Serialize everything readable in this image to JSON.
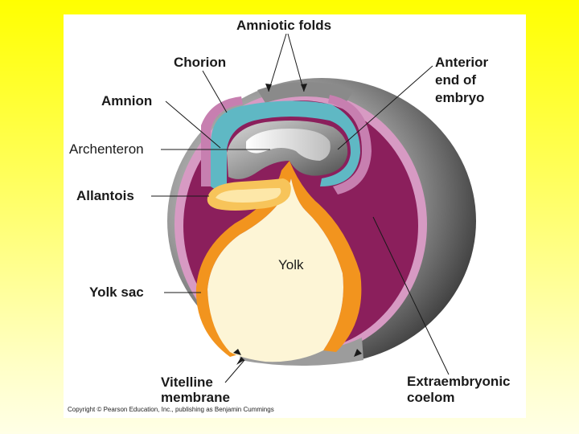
{
  "labels": {
    "amniotic_folds": "Amniotic folds",
    "chorion": "Chorion",
    "amnion": "Amnion",
    "archenteron": "Archenteron",
    "allantois": "Allantois",
    "yolk_sac": "Yolk sac",
    "vitelline_line1": "Vitelline",
    "vitelline_line2": "membrane",
    "anterior_line1": "Anterior",
    "anterior_line2": "end of",
    "anterior_line3": "embryo",
    "yolk": "Yolk",
    "extraembryonic_line1": "Extraembryonic",
    "extraembryonic_line2": "coelom"
  },
  "copyright": "Copyright © Pearson Education, Inc., publishing as Benjamin Cummings",
  "colors": {
    "background_top": "#ffff00",
    "panel": "#ffffff",
    "chorion": "#d79ac3",
    "coelom": "#8b1f5c",
    "amnion": "#5fb8c4",
    "yolk": "#fdf5d6",
    "yolk_sac": "#f2941e",
    "allantois": "#f7c45a",
    "embryo_gray": "#8a8a8a",
    "shell_gray": "#6e6e6e"
  }
}
